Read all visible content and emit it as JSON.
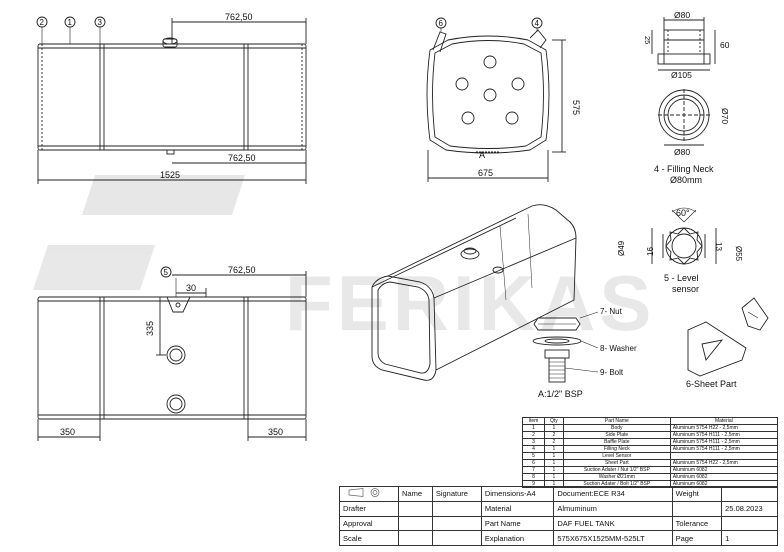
{
  "top_view": {
    "dim_length": "1525",
    "dim_half_top": "762,50",
    "dim_half_bottom": "762,50",
    "callouts": [
      "2",
      "1",
      "3"
    ]
  },
  "end_view": {
    "dim_width": "675",
    "dim_height": "575",
    "section_label": "A",
    "callouts": [
      "6",
      "4"
    ]
  },
  "filling_neck": {
    "dim_top_dia": "Ø80",
    "dim_outer_dia": "Ø105",
    "dim_height": "60",
    "dim_flange": "25",
    "dim_inner_dia": "Ø70",
    "dim_bottom_dia": "Ø80",
    "caption_line1": "4 - Filling Neck",
    "caption_line2": "Ø80mm"
  },
  "side_view": {
    "dim_half": "762,50",
    "dim_offset": "30",
    "dim_vertical": "335",
    "dim_left": "350",
    "dim_right": "350",
    "callout": "5"
  },
  "level_sensor": {
    "dim_angle": "60°",
    "dim_d49": "Ø49",
    "dim_16": "16",
    "dim_13": "13",
    "dim_d55": "Ø55",
    "caption_line1": "5 - Level",
    "caption_line2": "sensor"
  },
  "suction": {
    "nut_label": "7- Nut",
    "washer_label": "8- Washer",
    "bolt_label": "9- Bolt",
    "thread_label": "A:1/2\" BSP"
  },
  "sheet_part": {
    "caption": "6-Sheet Part"
  },
  "watermark": "FERIKAS",
  "bom": {
    "headers": [
      "Item",
      "Qty",
      "Part Name",
      "Material"
    ],
    "rows": [
      [
        "1",
        "1",
        "Body",
        "Aluminum 5754 H22 - 2,5mm"
      ],
      [
        "2",
        "2",
        "Side Plate",
        "Aluminum 5754 H111 - 2,5mm"
      ],
      [
        "3",
        "2",
        "Baffle Plate",
        "Aluminum 5754 H111 - 2,5mm"
      ],
      [
        "4",
        "1",
        "Filling Neck",
        "Aluminum 5754 H111 - 2,5mm"
      ],
      [
        "5",
        "1",
        "Level Sensor",
        ""
      ],
      [
        "6",
        "1",
        "Sheet Part",
        "Aluminum 5754 H22 - 2,5mm"
      ],
      [
        "7",
        "1",
        "Suction Adater / Nut 1/2\" BSP",
        "Aluminum 6082"
      ],
      [
        "8",
        "1",
        "Washer Ø21mm",
        "Aluminum 6082"
      ],
      [
        "9",
        "1",
        "Suction Adater / Bolt 1/2\" BSP",
        "Aluminum 6082"
      ]
    ]
  },
  "title_block": {
    "row1": [
      "Name",
      "Signature",
      "Dimensions-A4",
      "Document:ECE R34",
      "Weight",
      ""
    ],
    "row2": [
      "Drafter",
      "",
      "",
      "Material",
      "Almuminum",
      "",
      "25.08.2023"
    ],
    "row3": [
      "Approval",
      "",
      "",
      "Part Name",
      "DAF FUEL TANK",
      "Tolerance",
      ""
    ],
    "row4": [
      "Scale",
      "",
      "",
      "Explanation",
      "575X675X1525MM-525LT",
      "Page",
      "1"
    ]
  }
}
